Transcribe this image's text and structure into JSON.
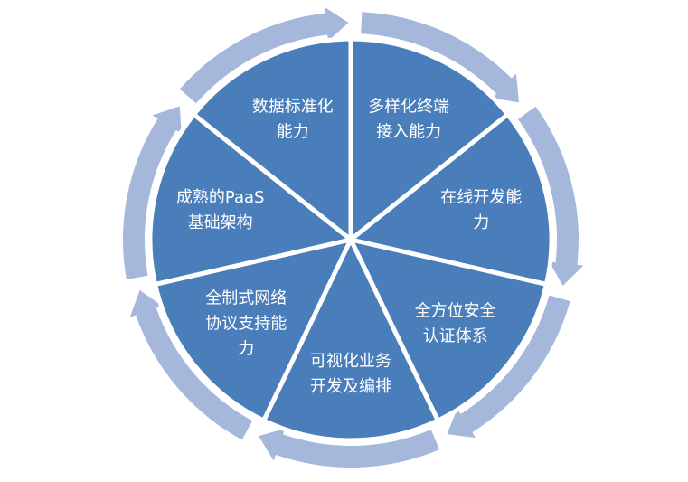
{
  "diagram": {
    "colors": {
      "slice_fill": "#4A7EBB",
      "arrow_fill": "#A5B8DC",
      "divider": "#FFFFFF",
      "label_text": "#FFFFFF",
      "background": "#FFFFFF"
    },
    "segments": [
      {
        "lines": [
          "多样化终端",
          "接入能力"
        ]
      },
      {
        "lines": [
          "在线开发能",
          "力"
        ]
      },
      {
        "lines": [
          "全方位安全",
          "认证体系"
        ]
      },
      {
        "lines": [
          "可视化业务",
          "开发及编排"
        ]
      },
      {
        "lines": [
          "全制式网络",
          "协议支持能",
          "力"
        ]
      },
      {
        "lines": [
          "成熟的PaaS",
          "基础架构"
        ]
      },
      {
        "lines": [
          "数据标准化",
          "能力"
        ]
      }
    ]
  }
}
